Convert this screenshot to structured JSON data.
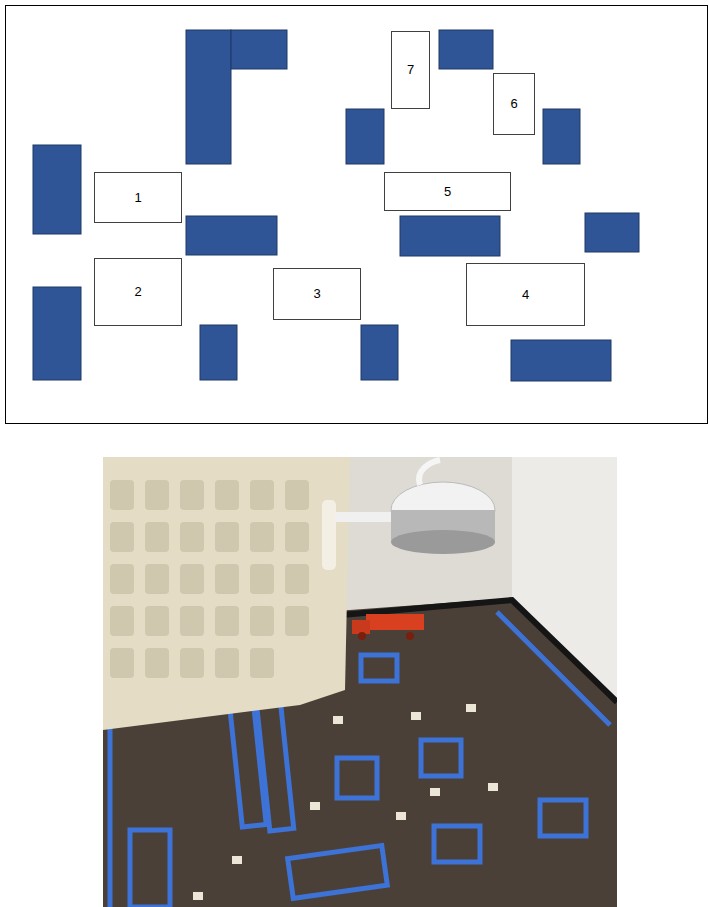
{
  "diagram": {
    "nodes": [
      {
        "text": [
          "7"
        ]
      },
      {
        "text": [
          "6"
        ]
      },
      {
        "text": [
          "1"
        ]
      },
      {
        "text": [
          "5"
        ]
      },
      {
        "text": [
          "2"
        ]
      },
      {
        "text": [
          "3"
        ]
      },
      {
        "text": [
          "4"
        ]
      }
    ]
  }
}
